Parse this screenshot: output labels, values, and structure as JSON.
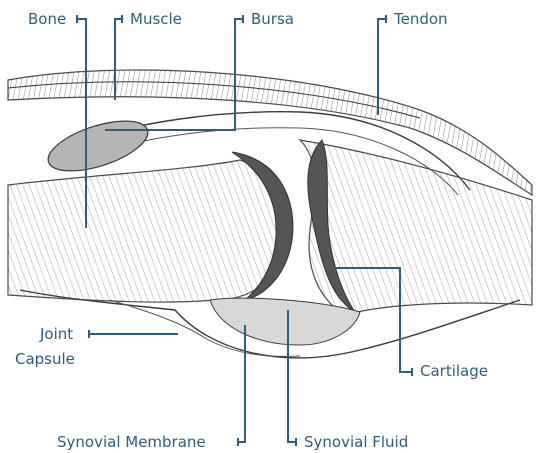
{
  "labels": {
    "bone": "Bone",
    "muscle": "Muscle",
    "bursa": "Bursa",
    "tendon": "Tendon",
    "joint_capsule_line1": "Joint",
    "joint_capsule_line2": "Capsule",
    "cartilage": "Cartilage",
    "synovial_membrane": "Synovial Membrane",
    "synovial_fluid": "Synovial Fluid"
  },
  "colors": {
    "label_text": "#2f5d7e",
    "leader_line": "#2f5d7e",
    "sketch_line": "#3a3a3a",
    "sketch_shade": "#9a9a9a",
    "cartilage_fill": "#555555",
    "bursa_fill": "#b5b5b5"
  }
}
